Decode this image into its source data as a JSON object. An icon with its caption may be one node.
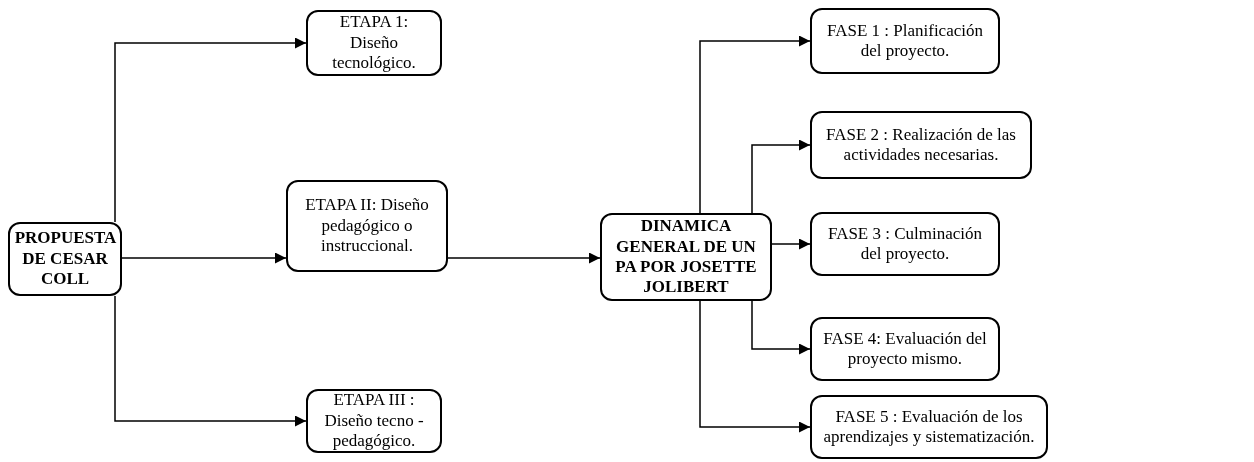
{
  "diagram": {
    "nodes": [
      {
        "text": [
          "PROPUESTA DE CESAR COLL"
        ]
      },
      {
        "text": [
          "ETAPA 1: Diseño tecnológico."
        ]
      },
      {
        "text": [
          "ETAPA II: Diseño pedagógico o instruccional."
        ]
      },
      {
        "text": [
          "ETAPA III : Diseño tecno - pedagógico."
        ]
      },
      {
        "text": [
          "DINAMICA GENERAL DE UN PA POR JOSETTE JOLIBERT"
        ]
      },
      {
        "text": [
          "FASE 1 : Planificación del proyecto."
        ]
      },
      {
        "text": [
          "FASE 2 : Realización de las actividades necesarias."
        ]
      },
      {
        "text": [
          "FASE 3 : Culminación del proyecto."
        ]
      },
      {
        "text": [
          "FASE 4: Evaluación del proyecto mismo."
        ]
      },
      {
        "text": [
          "FASE 5 : Evaluación de los aprendizajes y sistematización."
        ]
      }
    ],
    "edges": [
      {
        "from": 0,
        "to": 1,
        "arrow": "to"
      },
      {
        "from": 0,
        "to": 2,
        "arrow": "to"
      },
      {
        "from": 0,
        "to": 3,
        "arrow": "to"
      },
      {
        "from": 2,
        "to": 4,
        "arrow": "to"
      },
      {
        "from": 4,
        "to": 5,
        "arrow": "to"
      },
      {
        "from": 4,
        "to": 6,
        "arrow": "to"
      },
      {
        "from": 4,
        "to": 7,
        "arrow": "to"
      },
      {
        "from": 4,
        "to": 8,
        "arrow": "to"
      },
      {
        "from": 4,
        "to": 9,
        "arrow": "to"
      }
    ]
  }
}
